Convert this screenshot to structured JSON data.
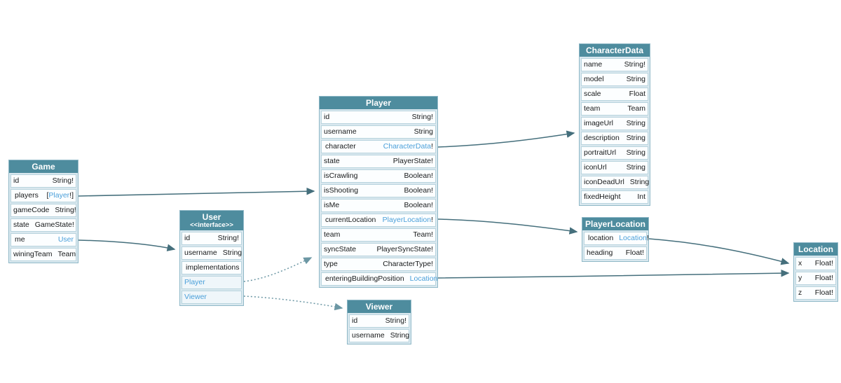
{
  "colors": {
    "header_bg": "#4e8c9e",
    "header_text": "#ffffff",
    "link": "#4a9fd9",
    "text": "#17191a",
    "arrow": "#456f7c",
    "arrow_dotted": "#6c97a4",
    "row_bg": "#fcfeff",
    "row_border": "#b9d4de",
    "table_border": "#8fb8c7",
    "canvas_bg": "#ffffff"
  },
  "tables": {
    "game": {
      "title": "Game",
      "fields": [
        {
          "name": "id",
          "type": "String!"
        },
        {
          "name": "players",
          "type_prefix": "[",
          "type_link": "Player",
          "type_suffix": "!]"
        },
        {
          "name": "gameCode",
          "type": "String!"
        },
        {
          "name": "state",
          "type": "GameState!"
        },
        {
          "name": "me",
          "type_link": "User"
        },
        {
          "name": "winingTeam",
          "type": "Team"
        }
      ]
    },
    "user": {
      "title": "User",
      "subtitle": "<<interface>>",
      "fields": [
        {
          "name": "id",
          "type": "String!"
        },
        {
          "name": "username",
          "type": "String"
        },
        {
          "name": "implementations"
        },
        {
          "name_link": "Player"
        },
        {
          "name_link": "Viewer"
        }
      ]
    },
    "player": {
      "title": "Player",
      "fields": [
        {
          "name": "id",
          "type": "String!"
        },
        {
          "name": "username",
          "type": "String"
        },
        {
          "name": "character",
          "type_link": "CharacterData",
          "type_suffix": "!"
        },
        {
          "name": "state",
          "type": "PlayerState!"
        },
        {
          "name": "isCrawling",
          "type": "Boolean!"
        },
        {
          "name": "isShooting",
          "type": "Boolean!"
        },
        {
          "name": "isMe",
          "type": "Boolean!"
        },
        {
          "name": "currentLocation",
          "type_link": "PlayerLocation",
          "type_suffix": "!"
        },
        {
          "name": "team",
          "type": "Team!"
        },
        {
          "name": "syncState",
          "type": "PlayerSyncState!"
        },
        {
          "name": "type",
          "type": "CharacterType!"
        },
        {
          "name": "enteringBuildingPosition",
          "type_link": "Location"
        }
      ]
    },
    "viewer": {
      "title": "Viewer",
      "fields": [
        {
          "name": "id",
          "type": "String!"
        },
        {
          "name": "username",
          "type": "String"
        }
      ]
    },
    "characterData": {
      "title": "CharacterData",
      "fields": [
        {
          "name": "name",
          "type": "String!"
        },
        {
          "name": "model",
          "type": "String"
        },
        {
          "name": "scale",
          "type": "Float"
        },
        {
          "name": "team",
          "type": "Team"
        },
        {
          "name": "imageUrl",
          "type": "String"
        },
        {
          "name": "description",
          "type": "String"
        },
        {
          "name": "portraitUrl",
          "type": "String"
        },
        {
          "name": "iconUrl",
          "type": "String"
        },
        {
          "name": "iconDeadUrl",
          "type": "String"
        },
        {
          "name": "fixedHeight",
          "type": "Int"
        }
      ]
    },
    "playerLocation": {
      "title": "PlayerLocation",
      "fields": [
        {
          "name": "location",
          "type_link": "Location",
          "type_suffix": "!"
        },
        {
          "name": "heading",
          "type": "Float!"
        }
      ]
    },
    "location": {
      "title": "Location",
      "fields": [
        {
          "name": "x",
          "type": "Float!"
        },
        {
          "name": "y",
          "type": "Float!"
        },
        {
          "name": "z",
          "type": "Float!"
        }
      ]
    }
  },
  "edges": [
    {
      "id": "game-players",
      "from": "Game.players",
      "to": "Player",
      "style": "solid"
    },
    {
      "id": "game-me",
      "from": "Game.me",
      "to": "User",
      "style": "solid"
    },
    {
      "id": "player-character",
      "from": "Player.character",
      "to": "CharacterData",
      "style": "solid"
    },
    {
      "id": "player-currentLocation",
      "from": "Player.currentLocation",
      "to": "PlayerLocation",
      "style": "solid"
    },
    {
      "id": "player-enteringBuildingPosition",
      "from": "Player.enteringBuildingPosition",
      "to": "Location",
      "style": "solid"
    },
    {
      "id": "playerLocation-location",
      "from": "PlayerLocation.location",
      "to": "Location",
      "style": "solid"
    },
    {
      "id": "user-impl-player",
      "from": "User.Player",
      "to": "Player",
      "style": "dotted"
    },
    {
      "id": "user-impl-viewer",
      "from": "User.Viewer",
      "to": "Viewer",
      "style": "dotted"
    }
  ]
}
